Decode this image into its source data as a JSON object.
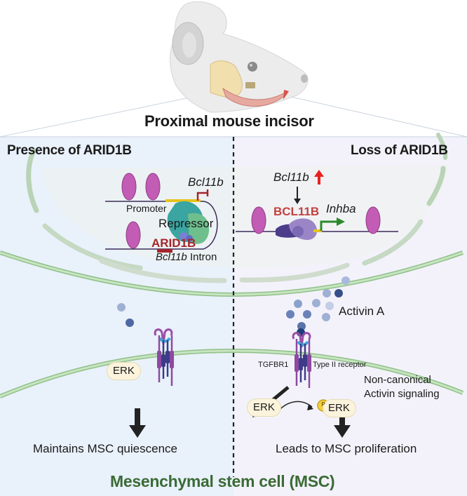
{
  "figure": {
    "title": "Proximal mouse incisor",
    "footer": "Mesenchymal stem cell (MSC)",
    "colors": {
      "left_panel_bg": "#e9f1fb",
      "right_panel_bg": "#f3f2fb",
      "membrane": "#a9d3a0",
      "nucleosome": "#c25cb4",
      "arid1b_red": "#a5262b",
      "bcl11b_red": "#c2413f",
      "inhba_arrow": "#2a8a2a",
      "up_arrow": "#e8231e",
      "footer_green": "#3a6b35",
      "activin_dots": "#5a73a8"
    }
  },
  "left_panel": {
    "header": "Presence of ARID1B",
    "gene_label": "Bcl11b",
    "promoter_label": "Promoter",
    "repressor_label": "Repressor",
    "arid1b_label": "ARID1B",
    "intron_gene": "Bcl11b",
    "intron_label": "Intron",
    "erk_label": "ERK",
    "outcome": "Maintains MSC quiescence"
  },
  "right_panel": {
    "header": "Loss of ARID1B",
    "gene_label": "Bcl11b",
    "protein_label": "BCL11B",
    "target_gene": "Inhba",
    "ligand_label": "Activin A",
    "receptor1_label": "TGFBR1",
    "receptor2_label": "Type II receptor",
    "pathway_line1": "Non-canonical",
    "pathway_line2": "Activin signaling",
    "erk_label": "ERK",
    "perk_label": "ERK",
    "phospho_label": "P",
    "outcome": "Leads to MSC proliferation"
  }
}
